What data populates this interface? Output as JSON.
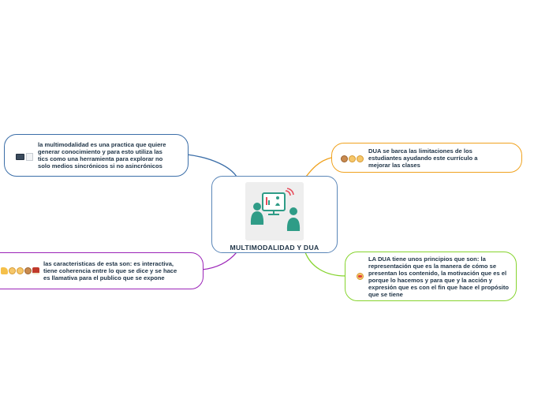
{
  "center": {
    "title": "MULTIMODALIDAD Y DUA",
    "illustration": "two-people-with-presentation-board"
  },
  "branches": {
    "left_top": {
      "text": "la multimodalidad es una practica que quiere generar conocimiento y para esto utiliza las tics como una herramienta para explorar no solo medios sincrónicos si no asincrónicos",
      "icons": [
        "computer-icon",
        "paper-icon"
      ],
      "color": "#3b6ea8"
    },
    "left_bottom": {
      "text": "las caracteristicas de esta son:  es interactiva, tiene coherencia entre lo que se dice y se hace es llamativa para el publico que se expone",
      "icons": [
        "thumbs-up-icon",
        "baby-icon",
        "boy-icon",
        "girl-icon",
        "books-icon"
      ],
      "color": "#9b24b8"
    },
    "right_top": {
      "text": "DUA se barca las limitaciones de los estudiantes ayudando este currículo a mejorar las clases",
      "icons": [
        "girl-icon",
        "baby-icon",
        "boy-icon"
      ],
      "color": "#f0a21e"
    },
    "right_bottom": {
      "text": "LA DUA tiene unos principios que son: la representación que es la manera de cómo se presentan los contenido, la motivación que es el porque lo hacemos y para que  y la acción y expresión  que es con el fin que hace el propósito que se tiene",
      "icons": [
        "star-struck-icon"
      ],
      "color": "#86d42e"
    }
  }
}
